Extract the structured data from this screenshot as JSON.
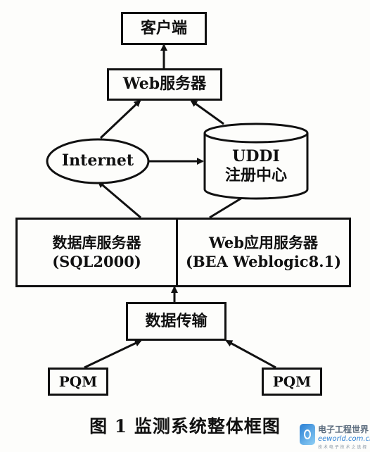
{
  "diagram": {
    "client": "客户端",
    "web_server": "Web服务器",
    "internet": "Internet",
    "uddi": {
      "line1": "UDDI",
      "line2": "注册中心"
    },
    "db_server": {
      "line1": "数据库服务器",
      "line2": "(SQL2000)"
    },
    "web_app_server": {
      "line1": "Web应用服务器",
      "line2": "(BEA Weblogic8.1)"
    },
    "data_transfer": "数据传输",
    "pqm_left": "PQM",
    "pqm_right": "PQM"
  },
  "caption": "图 1  监测系统整体框图",
  "watermark": {
    "line1": "电子工程世界",
    "line2": "eeworld.com.cn",
    "line3": "技 术 电 子 技 术 之 选 择"
  }
}
